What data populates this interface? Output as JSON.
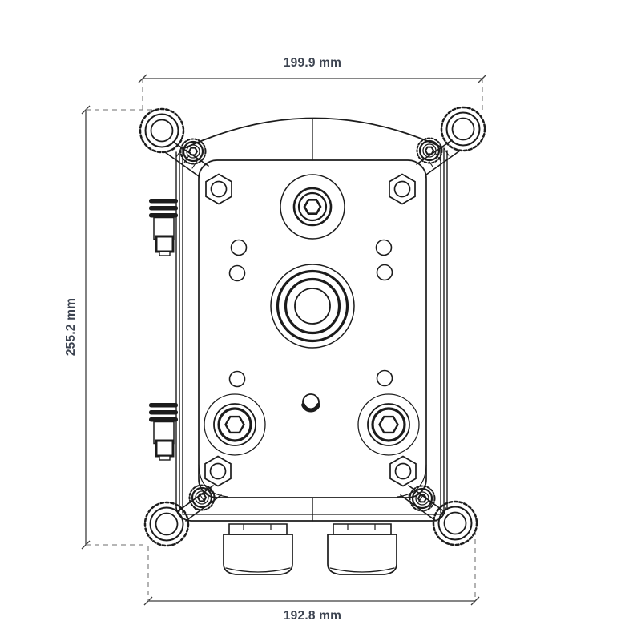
{
  "drawing": {
    "type": "technical-dimension-drawing",
    "dimensions": {
      "top_width": "199.9 mm",
      "side_height": "255.2 mm",
      "bottom_width": "192.8 mm"
    }
  },
  "colors": {
    "background": "#ffffff",
    "drawing_line": "#1c1c1c",
    "dimension_line": "#3f3f3f",
    "extension_line": "#8a8a8a",
    "dimension_text": "#3c4350"
  }
}
